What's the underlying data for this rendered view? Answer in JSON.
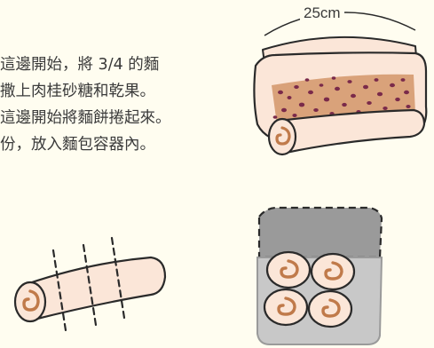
{
  "instructions": {
    "lines": [
      "這邊開始，將 3/4 的麵",
      "撒上肉桂砂糖和乾果。",
      "這邊開始將麵餅捲起來。",
      "份，放入麵包容器內。"
    ]
  },
  "illustrations": {
    "dough_width_label": "25cm",
    "items": [
      {
        "name": "dough-sheet-with-filling",
        "icon": "rolled-dough-sheet-icon"
      },
      {
        "name": "dough-log-cut-lines",
        "icon": "dough-log-icon"
      },
      {
        "name": "rolls-in-container",
        "icon": "bread-container-icon"
      }
    ]
  },
  "colors": {
    "background": "#fffdf0",
    "dough": "#fbe6d8",
    "dough_shade": "#f2cdb6",
    "filling_dots": "#7a2a4a",
    "filling_base": "#d9a27a",
    "swirl": "#c07a4a",
    "outline": "#2a2a2a",
    "container": "#9a9a9a",
    "container_light": "#c8c8c8",
    "text": "#3a3a3a"
  }
}
